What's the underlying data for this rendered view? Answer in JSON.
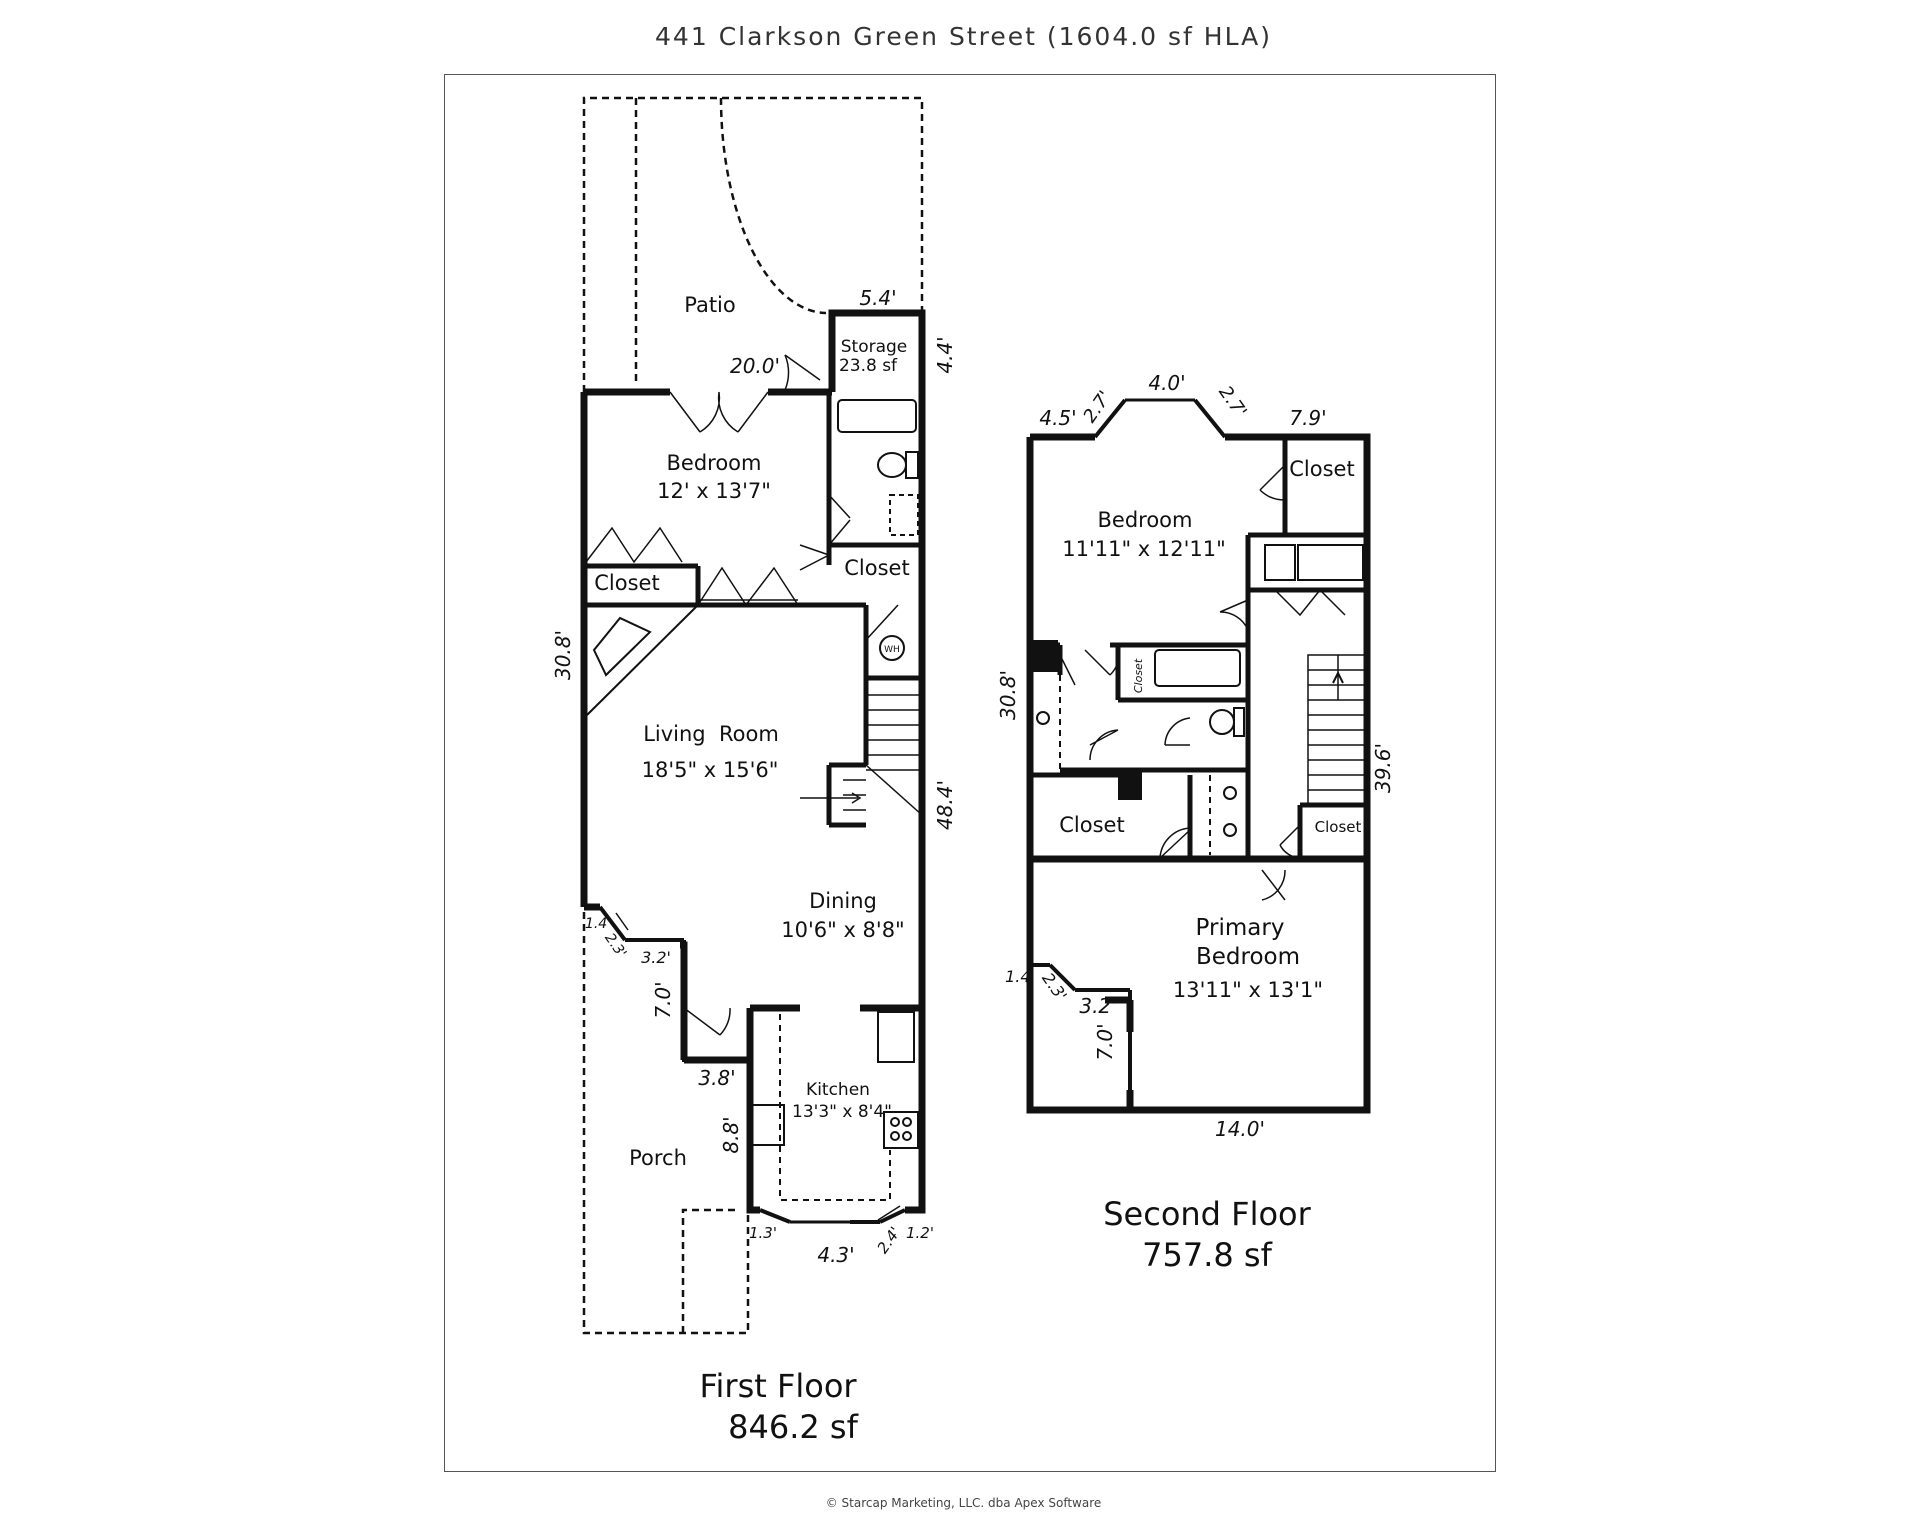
{
  "title": "441 Clarkson Green Street (1604.0 sf HLA)",
  "credit": "© Starcap Marketing, LLC. dba Apex Software",
  "first_floor": {
    "name": "First Floor",
    "area": "846.2 sf",
    "rooms": {
      "patio": "Patio",
      "storage": "Storage",
      "storage_area": "23.8 sf",
      "bedroom": "Bedroom",
      "bedroom_size": "12' x 13'7\"",
      "closet_left": "Closet",
      "closet_right": "Closet",
      "living": "Living  Room",
      "living_size": "18'5\" x 15'6\"",
      "dining": "Dining",
      "dining_size": "10'6\" x 8'8\"",
      "kitchen": "Kitchen",
      "kitchen_size": "13'3\" x 8'4\"",
      "porch": "Porch",
      "wh": "WH"
    },
    "dims": {
      "d_5_4": "5.4'",
      "d_20_0": "20.0'",
      "d_4_4": "4.4'",
      "d_30_8": "30.8'",
      "d_48_4": "48.4'",
      "d_1_4": "1.4'",
      "d_2_3": "2.3'",
      "d_3_2": "3.2'",
      "d_7_0": "7.0'",
      "d_3_8": "3.8'",
      "d_8_8": "8.8'",
      "d_1_3": "1.3'",
      "d_4_3": "4.3'",
      "d_2_4": "2.4'",
      "d_1_2": "1.2'"
    }
  },
  "second_floor": {
    "name": "Second Floor",
    "area": "757.8 sf",
    "rooms": {
      "bedroom": "Bedroom",
      "bedroom_size": "11'11\" x 12'11\"",
      "closet_top": "Closet",
      "closet_small": "Closet",
      "closet_left": "Closet",
      "closet_right": "Closet",
      "primary": "Primary",
      "primary2": "Bedroom",
      "primary_size": "13'11\" x 13'1\""
    },
    "dims": {
      "d_4_5": "4.5'",
      "d_2_7a": "2.7'",
      "d_4_0": "4.0'",
      "d_2_7b": "2.7'",
      "d_7_9": "7.9'",
      "d_30_8": "30.8'",
      "d_39_6": "39.6'",
      "d_1_4": "1.4'",
      "d_2_3": "2.3'",
      "d_3_2": "3.2'",
      "d_7_0": "7.0'",
      "d_14_0": "14.0'"
    }
  }
}
